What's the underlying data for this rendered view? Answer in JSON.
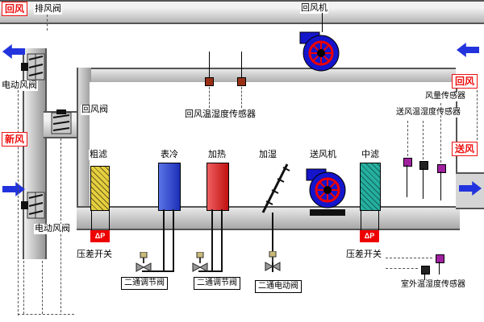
{
  "colors": {
    "label_red": "#ee1111",
    "fan_blue": "#1515cc",
    "arrow_blue": "#2233dd",
    "filter_yellow": "#e6cf3e",
    "cooler_blue": "#2b3fd6",
    "heater_red": "#d81f1f",
    "mid_filter_teal": "#25b0a0",
    "duct_gray": "#c8c8c8",
    "dp_red": "#ee0000"
  },
  "top": {
    "return_air": "回风",
    "exhaust_valve": "排风阀",
    "return_fan": "回风机"
  },
  "left": {
    "motor_damper_top": "电动风阀",
    "fresh_air": "新风",
    "return_damper": "回风阀",
    "motor_damper_bottom": "电动风阀"
  },
  "components": {
    "coarse_filter": "粗滤",
    "cooler": "表冷",
    "heater": "加热",
    "humidifier": "加湿",
    "supply_fan": "送风机",
    "mid_filter": "中滤"
  },
  "sensors": {
    "return_th": "回风温湿度传感器",
    "air_flow": "风量传感器",
    "supply_th": "送风温湿度传感器",
    "outdoor_th": "室外温湿度传感器"
  },
  "right": {
    "return_air": "回风",
    "supply_air": "送风"
  },
  "bottom": {
    "dp_symbol": "ΔP",
    "dp_switch_left": "压差开关",
    "dp_switch_right": "压差开关",
    "valve_reg_1": "二通调节阀",
    "valve_reg_2": "二通调节阀",
    "valve_motor": "二通电动阀"
  }
}
